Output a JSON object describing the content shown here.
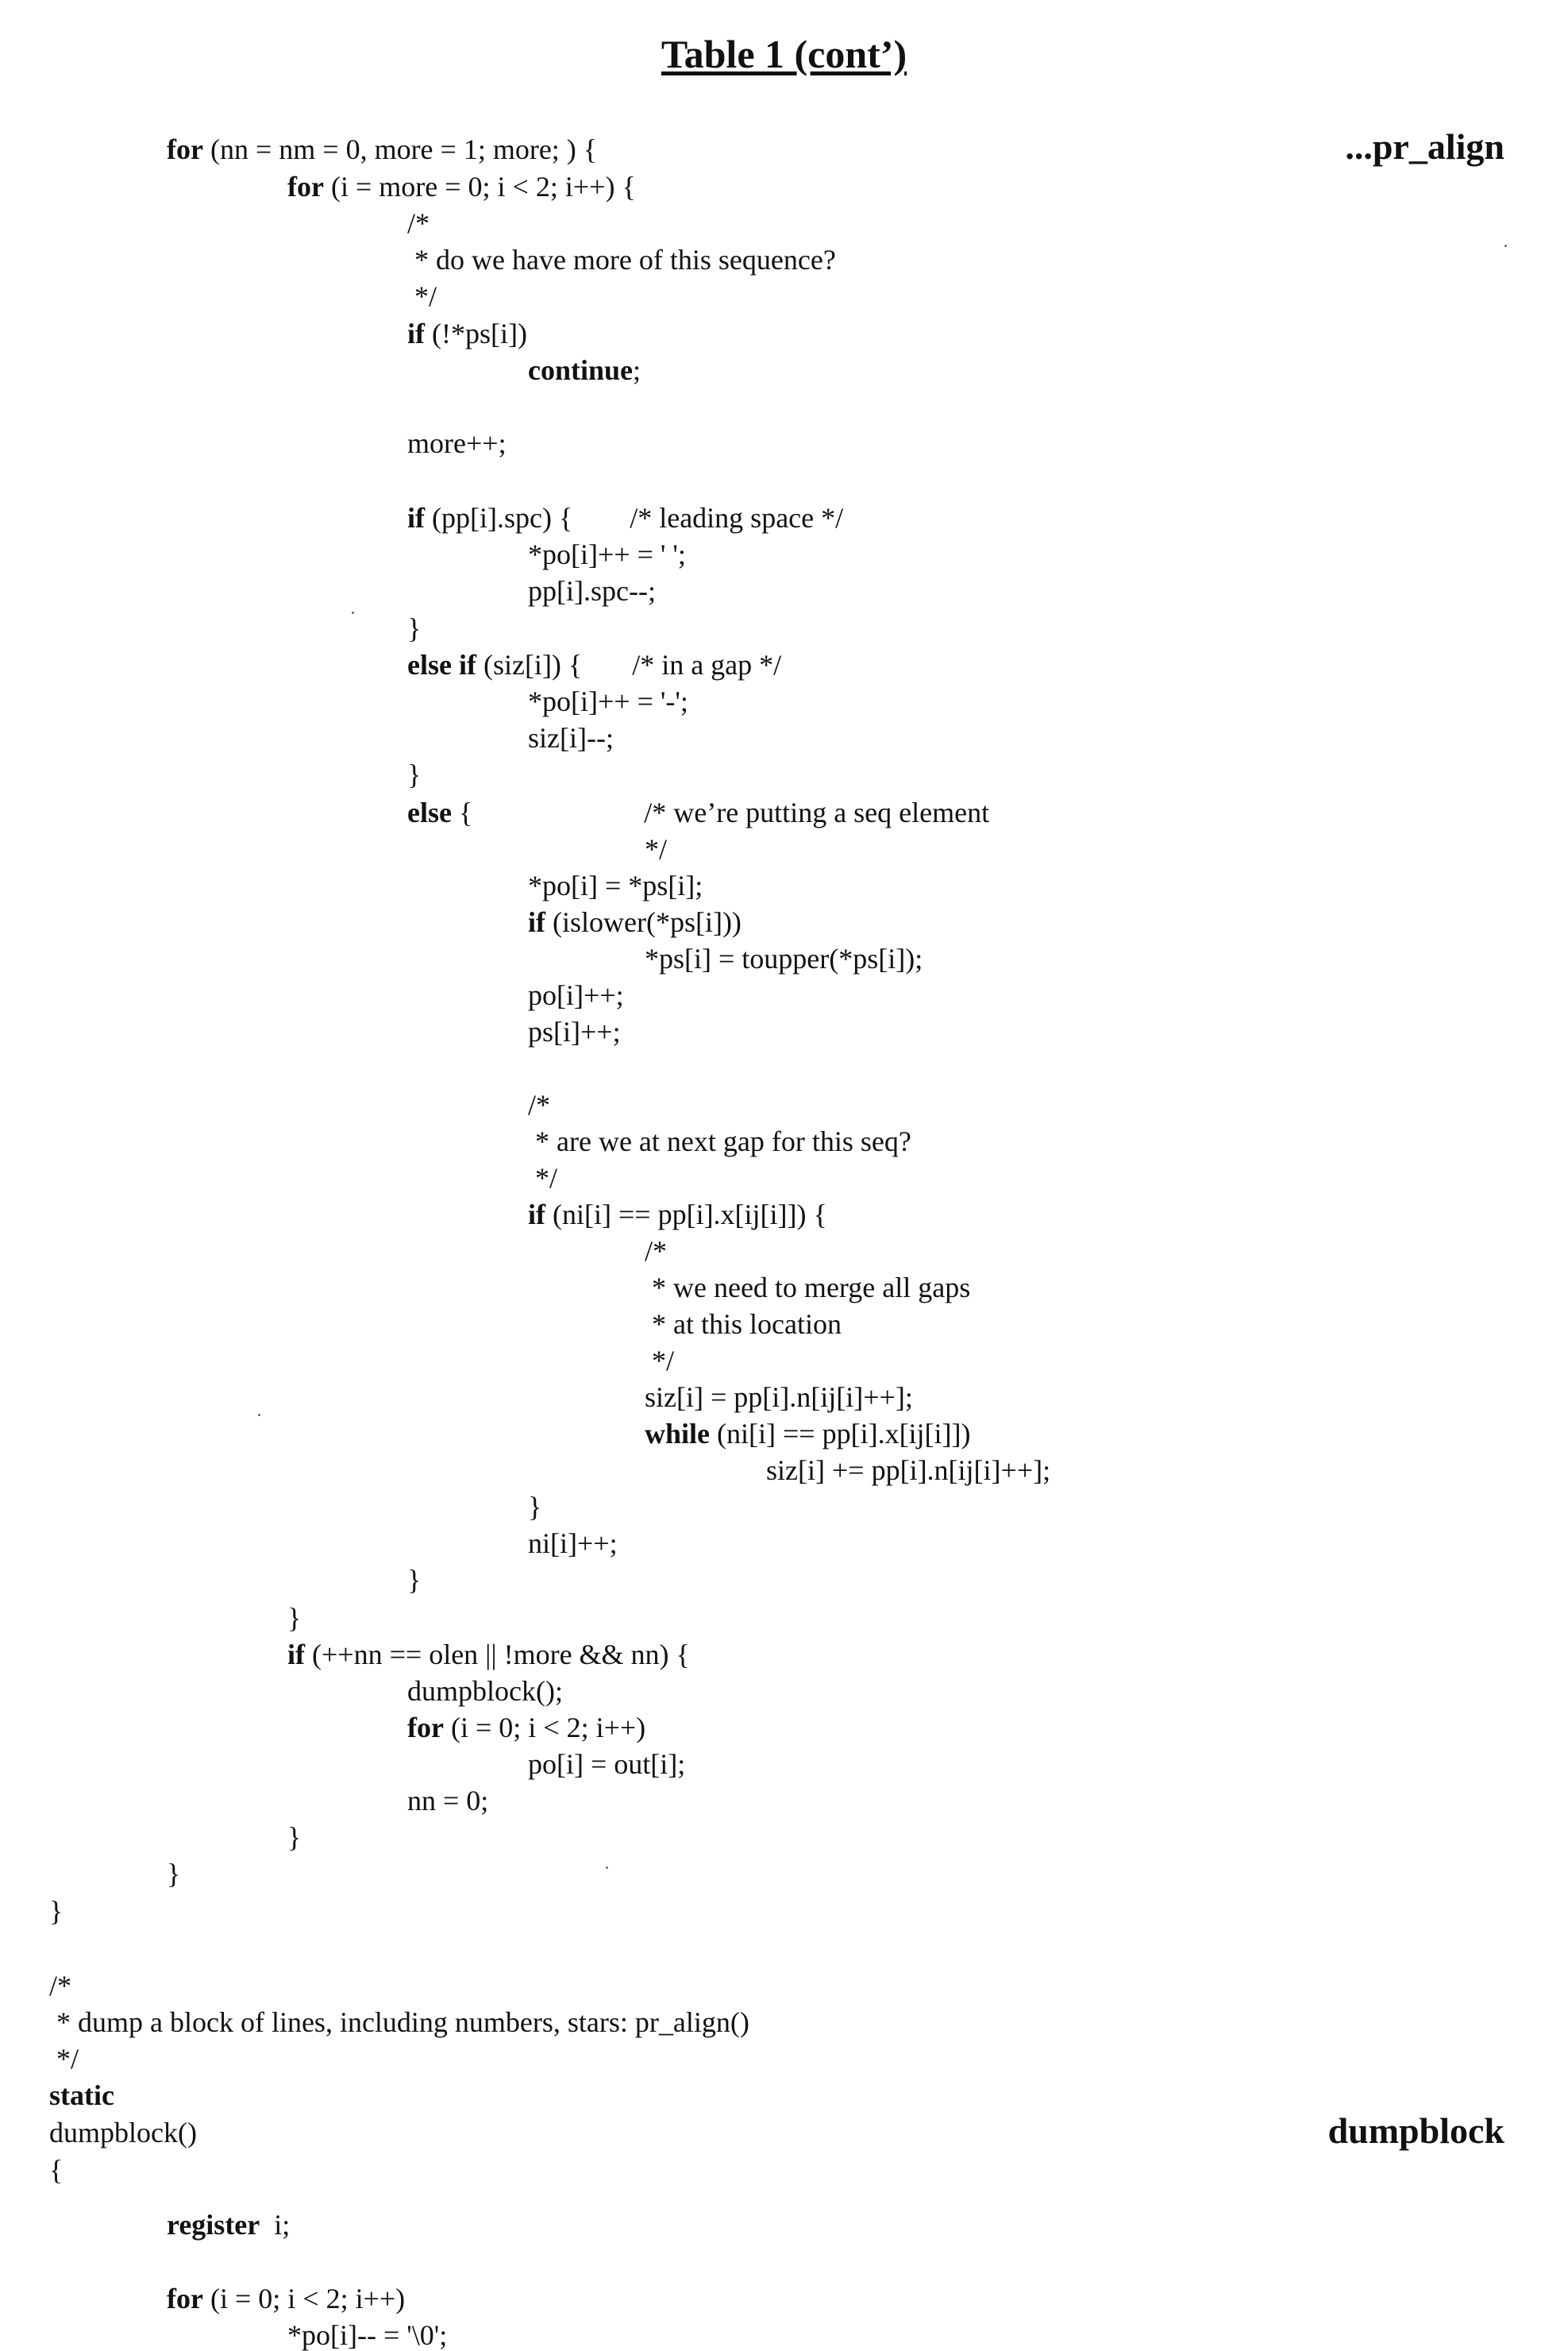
{
  "title": "Table 1 (cont’)",
  "function_labels": [
    "...pr_align",
    "dumpblock"
  ],
  "code_lines": [
    {
      "kw": "for",
      "text": " (nn = nm = 0, more = 1; more; ) {"
    },
    {
      "kw": "for",
      "text": " (i = more = 0; i < 2; i++) {"
    },
    {
      "kw": "",
      "text": "/*"
    },
    {
      "kw": "",
      "text": " * do we have more of this sequence?"
    },
    {
      "kw": "",
      "text": " */"
    },
    {
      "kw": "if",
      "text": " (!*ps[i])"
    },
    {
      "kw": "continue",
      "text": ";"
    },
    {
      "kw": "",
      "text": "more++;"
    },
    {
      "kw": "if",
      "text": " (pp[i].spc) {        /* leading space */"
    },
    {
      "kw": "",
      "text": "*po[i]++ = ' ';"
    },
    {
      "kw": "",
      "text": "pp[i].spc--;"
    },
    {
      "kw": "",
      "text": "}"
    },
    {
      "kw": "else if",
      "text": " (siz[i]) {       /* in a gap */"
    },
    {
      "kw": "",
      "text": "*po[i]++ = '-';"
    },
    {
      "kw": "",
      "text": "siz[i]--;"
    },
    {
      "kw": "",
      "text": "}"
    },
    {
      "kw": "else",
      "text": " {                        /* we’re putting a seq element"
    },
    {
      "kw": "",
      "text": "*/"
    },
    {
      "kw": "",
      "text": "*po[i] = *ps[i];"
    },
    {
      "kw": "if",
      "text": " (islower(*ps[i]))"
    },
    {
      "kw": "",
      "text": "*ps[i] = toupper(*ps[i]);"
    },
    {
      "kw": "",
      "text": "po[i]++;"
    },
    {
      "kw": "",
      "text": "ps[i]++;"
    },
    {
      "kw": "",
      "text": "/*"
    },
    {
      "kw": "",
      "text": " * are we at next gap for this seq?"
    },
    {
      "kw": "",
      "text": " */"
    },
    {
      "kw": "if",
      "text": " (ni[i] == pp[i].x[ij[i]]) {"
    },
    {
      "kw": "",
      "text": "/*"
    },
    {
      "kw": "",
      "text": " * we need to merge all gaps"
    },
    {
      "kw": "",
      "text": " * at this location"
    },
    {
      "kw": "",
      "text": " */"
    },
    {
      "kw": "",
      "text": "siz[i] = pp[i].n[ij[i]++];"
    },
    {
      "kw": "while",
      "text": " (ni[i] == pp[i].x[ij[i]])"
    },
    {
      "kw": "",
      "text": "siz[i] += pp[i].n[ij[i]++];"
    },
    {
      "kw": "",
      "text": "}"
    },
    {
      "kw": "",
      "text": "ni[i]++;"
    },
    {
      "kw": "",
      "text": "}"
    },
    {
      "kw": "",
      "text": "}"
    },
    {
      "kw": "if",
      "text": " (++nn == olen || !more && nn) {"
    },
    {
      "kw": "",
      "text": "dumpblock();"
    },
    {
      "kw": "for",
      "text": " (i = 0; i < 2; i++)"
    },
    {
      "kw": "",
      "text": "po[i] = out[i];"
    },
    {
      "kw": "",
      "text": "nn = 0;"
    },
    {
      "kw": "",
      "text": "}"
    },
    {
      "kw": "",
      "text": "}"
    },
    {
      "kw": "",
      "text": "}"
    },
    {
      "kw": "",
      "text": "/*"
    },
    {
      "kw": "",
      "text": " * dump a block of lines, including numbers, stars: pr_align()"
    },
    {
      "kw": "",
      "text": " */"
    },
    {
      "kw": "static",
      "text": ""
    },
    {
      "kw": "",
      "text": "dumpblock()"
    },
    {
      "kw": "",
      "text": "{"
    },
    {
      "kw": "register",
      "text": "  i;"
    },
    {
      "kw": "for",
      "text": " (i = 0; i < 2; i++)"
    },
    {
      "kw": "",
      "text": "*po[i]-- = '\\0';"
    }
  ]
}
